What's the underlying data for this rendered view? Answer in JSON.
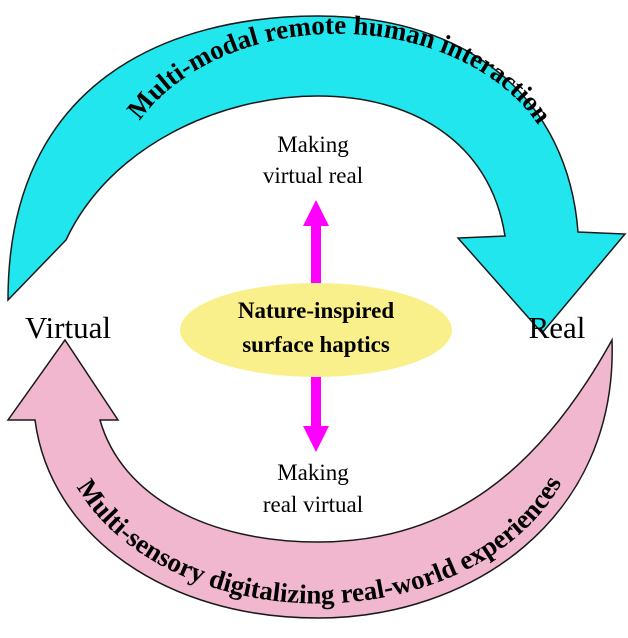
{
  "labels": {
    "left": "Virtual",
    "right": "Real"
  },
  "top_arrow": {
    "text": "Multi-modal remote human interaction",
    "color": "#22e6ee"
  },
  "bottom_arrow": {
    "text": "Multi-sensory digitalizing real-world experiences",
    "color": "#f0b7cf"
  },
  "center": {
    "line1": "Nature-inspired",
    "line2": "surface haptics",
    "color": "#f9f08c"
  },
  "upper_caption": {
    "line1": "Making",
    "line2": "virtual real"
  },
  "lower_caption": {
    "line1": "Making",
    "line2": "real virtual"
  },
  "arrow_color": "#ff00ff"
}
